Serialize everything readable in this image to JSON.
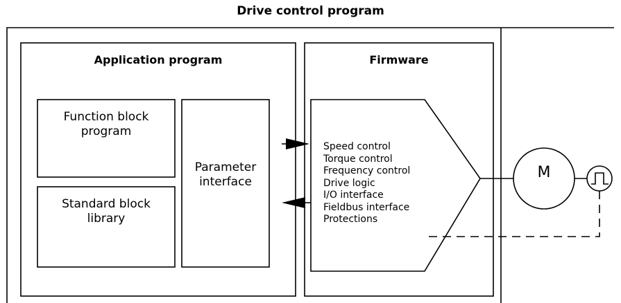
{
  "diagram": {
    "title": "Drive control program",
    "application_program": {
      "heading": "Application program",
      "function_block_program": "Function block program",
      "standard_block_library": "Standard block library",
      "parameter_interface": "Parameter interface"
    },
    "firmware": {
      "heading": "Firmware",
      "functions": [
        "Speed control",
        "Torque control",
        "Frequency control",
        "Drive logic",
        "I/O interface",
        "Fieldbus interface",
        "Protections"
      ]
    },
    "motor_label": "M",
    "encoder_icon": "pulse-encoder-icon"
  }
}
